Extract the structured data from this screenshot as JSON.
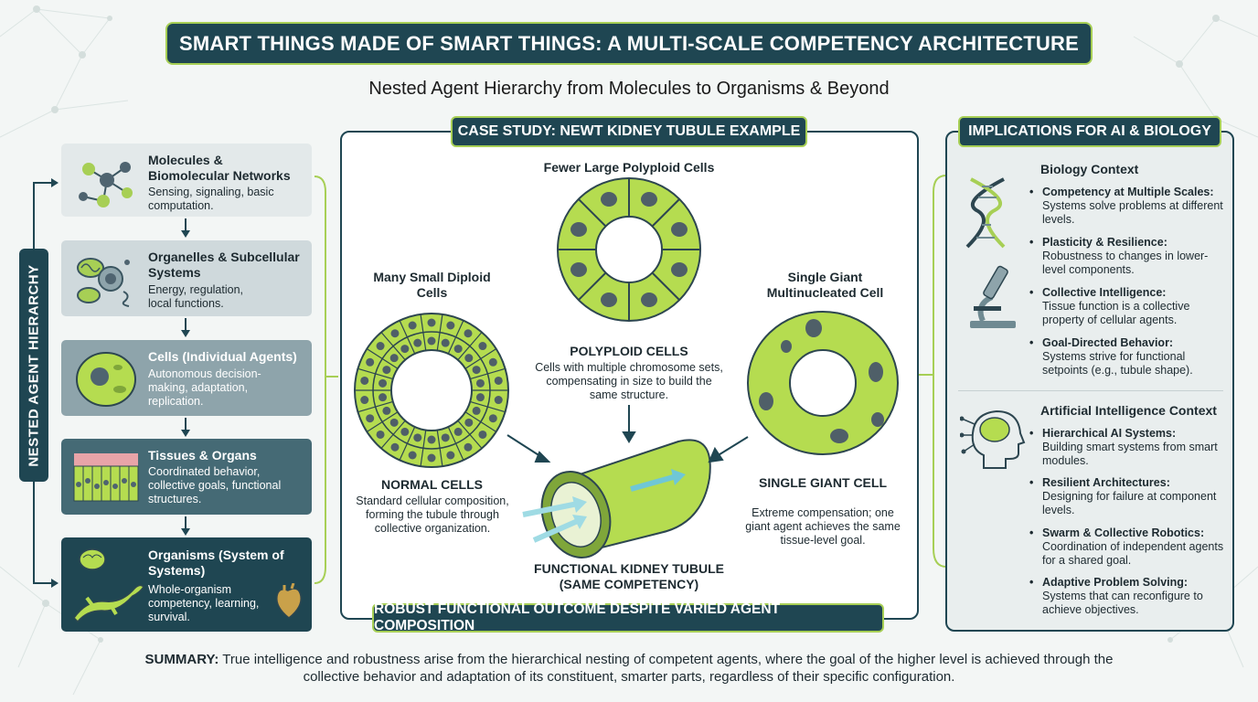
{
  "title": "SMART THINGS MADE OF SMART THINGS: A MULTI-SCALE COMPETENCY ARCHITECTURE",
  "subtitle": "Nested Agent Hierarchy from Molecules to Organisms & Beyond",
  "hierarchy": {
    "label": "NESTED AGENT HIERARCHY",
    "levels": [
      {
        "title": "Molecules & Biomolecular Networks",
        "desc": "Sensing, signaling, basic computation.",
        "icon": "molecule-network-icon",
        "bg": "#e3e9ea"
      },
      {
        "title": "Organelles & Subcellular Systems",
        "desc": "Energy, regulation, local functions.",
        "icon": "organelles-icon",
        "bg": "#cfd9dc"
      },
      {
        "title": "Cells (Individual Agents)",
        "desc": "Autonomous decision-making, adaptation, replication.",
        "icon": "cell-icon",
        "bg": "#8ea4ab"
      },
      {
        "title": "Tissues & Organs",
        "desc": "Coordinated behavior, collective goals, functional structures.",
        "icon": "tissue-icon",
        "bg": "#456a75"
      },
      {
        "title": "Organisms (System of Systems)",
        "desc": "Whole-organism competency, learning, survival.",
        "icon": "organism-icon",
        "bg": "#1f4652"
      }
    ]
  },
  "case_study": {
    "header": "CASE STUDY: NEWT KIDNEY TUBULE EXAMPLE",
    "top_label": "Fewer Large Polyploid Cells",
    "left_label": "Many Small Diploid Cells",
    "right_label": "Single Giant Multinucleated Cell",
    "polyploid_title": "POLYPLOID CELLS",
    "polyploid_desc": "Cells with multiple chromosome sets, compensating in size to build the same structure.",
    "normal_title": "NORMAL CELLS",
    "normal_desc": "Standard cellular composition, forming the tubule through collective organization.",
    "giant_title": "SINGLE GIANT CELL",
    "giant_desc": "Extreme compensation; one giant agent achieves the same tissue-level goal.",
    "tubule_title": "FUNCTIONAL KIDNEY TUBULE (SAME COMPETENCY)",
    "footer": "ROBUST FUNCTIONAL OUTCOME DESPITE VARIED AGENT COMPOSITION"
  },
  "implications": {
    "header": "IMPLICATIONS FOR AI & BIOLOGY",
    "biology_title": "Biology Context",
    "biology_items": [
      {
        "title": "Competency at Multiple Scales:",
        "desc": "Systems solve problems at different levels."
      },
      {
        "title": "Plasticity & Resilience:",
        "desc": "Robustness to changes in lower-level components."
      },
      {
        "title": "Collective Intelligence:",
        "desc": "Tissue function is a collective property of cellular agents."
      },
      {
        "title": "Goal-Directed Behavior:",
        "desc": "Systems strive for functional setpoints (e.g., tubule shape)."
      }
    ],
    "ai_title": "Artificial Intelligence Context",
    "ai_items": [
      {
        "title": "Hierarchical AI Systems:",
        "desc": "Building smart systems from smart modules."
      },
      {
        "title": "Resilient Architectures:",
        "desc": "Designing for failure at component levels."
      },
      {
        "title": "Swarm & Collective Robotics:",
        "desc": "Coordination of independent agents for a shared goal."
      },
      {
        "title": "Adaptive Problem Solving:",
        "desc": "Systems that can reconfigure to achieve objectives."
      }
    ]
  },
  "summary": {
    "label": "SUMMARY:",
    "text": "True intelligence and robustness arise from the hierarchical nesting of competent agents, where the goal of the higher level is achieved through the collective behavior and adaptation of its constituent, smarter parts, regardless of their specific configuration."
  },
  "colors": {
    "navy": "#1f4652",
    "lime": "#a7cf55",
    "cell_green": "#b5dc50",
    "nucleus": "#4f5f68"
  }
}
